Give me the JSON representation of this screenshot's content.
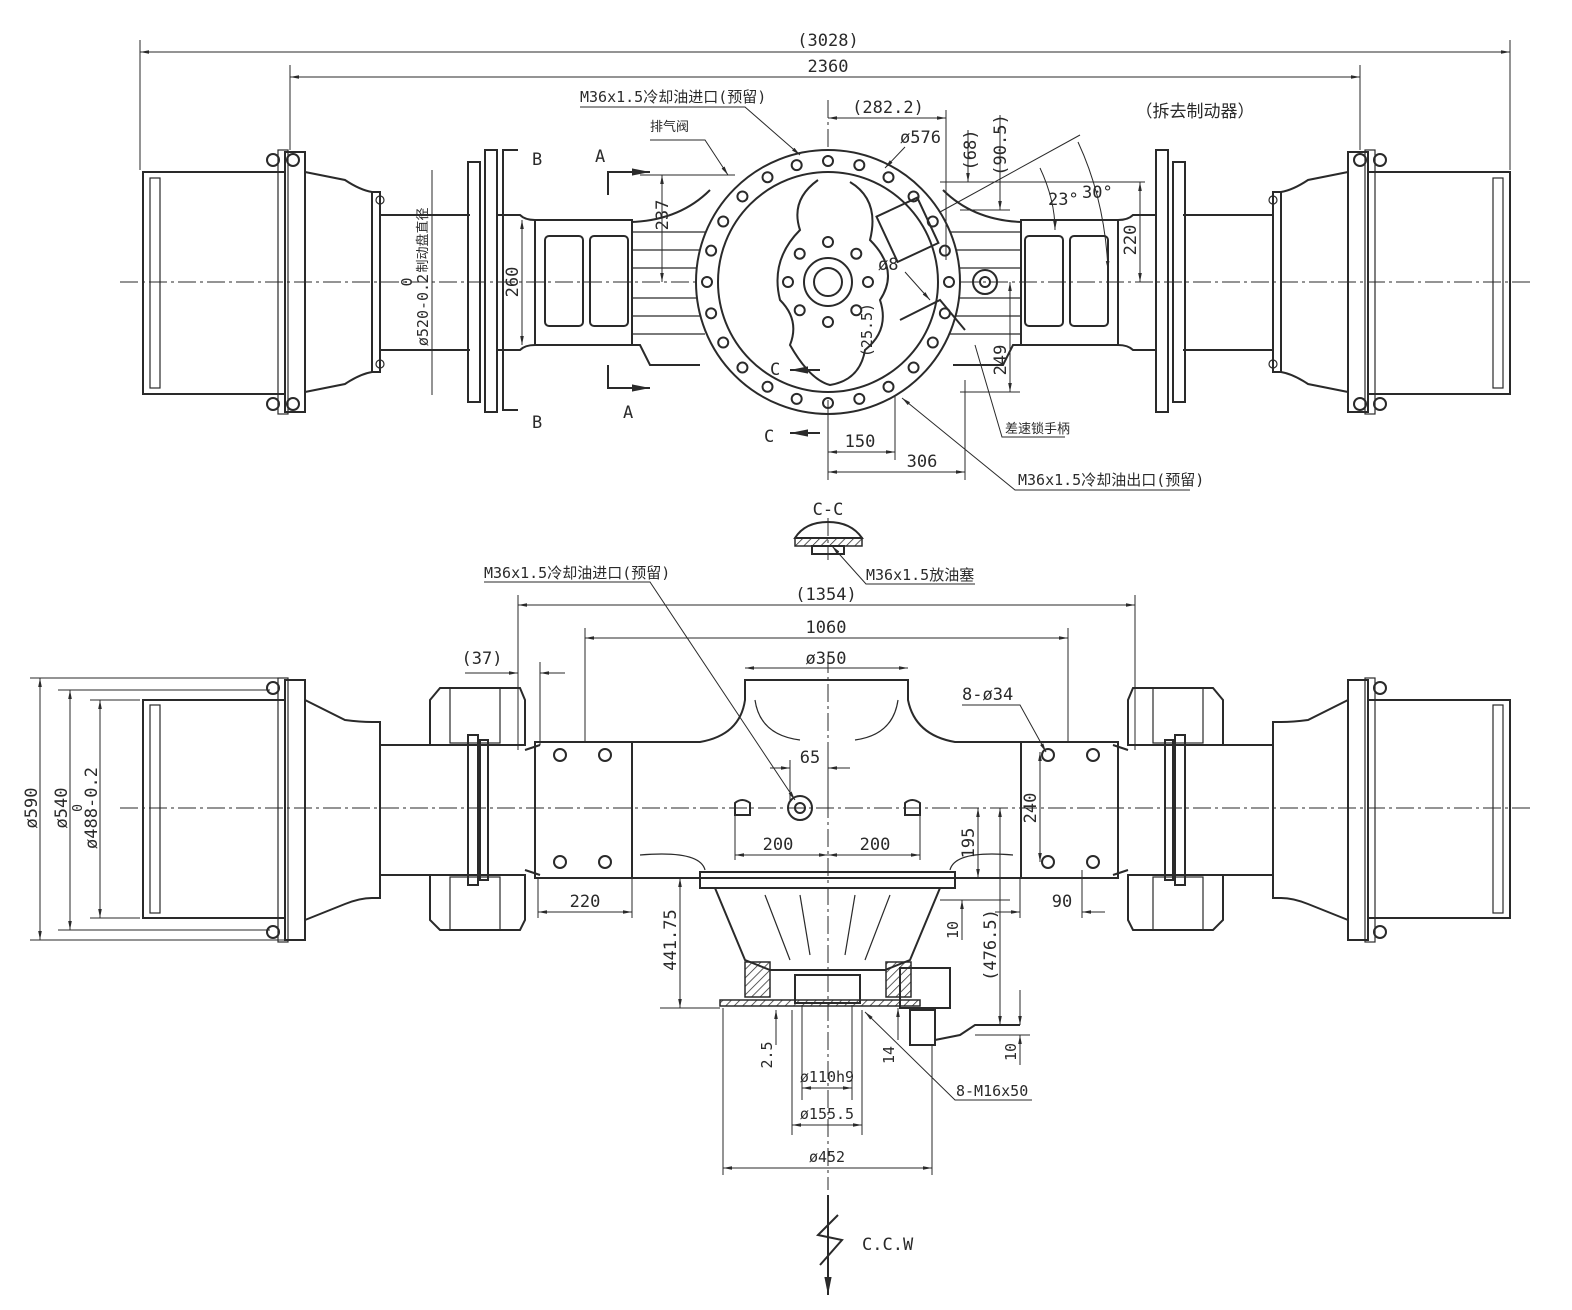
{
  "drawing": {
    "top_view": {
      "overall_length": "(3028)",
      "track_width": "2360",
      "note_brake_removed": "（拆去制动器）",
      "cooling_inlet": "M36x1.5冷却油进口(预留)",
      "breather_valve": "排气阀",
      "dim_282_2": "(282.2)",
      "dia_576": "ø576",
      "dim_68": "(68)",
      "dim_90_5": "(90.5)",
      "angle_23": "23°",
      "angle_30": "30°",
      "dim_237": "237",
      "dim_260": "260",
      "dim_220": "220",
      "dim_249": "249",
      "dia_8": "ø8",
      "dim_25_5": "(25.5)",
      "brake_disc_dia_tol": "0",
      "brake_disc_dia": "ø520-0.2",
      "brake_disc_label": "制动盘直径",
      "dim_150": "150",
      "dim_306": "306",
      "diff_lock_handle": "差速锁手柄",
      "cooling_outlet": "M36x1.5冷却油出口(预留)",
      "section_a": "A",
      "section_b": "B",
      "section_c": "C"
    },
    "section_cc": {
      "title": "C-C",
      "drain_plug": "M36x1.5放油塞"
    },
    "front_view": {
      "cooling_inlet": "M36x1.5冷却油进口(预留)",
      "dim_1354": "(1354)",
      "dim_1060": "1060",
      "dim_37": "(37)",
      "dia_350": "ø350",
      "holes": "8-ø34",
      "dim_65": "65",
      "dim_200_left": "200",
      "dim_200_right": "200",
      "dim_240": "240",
      "dim_195": "195",
      "dim_220": "220",
      "dim_90": "90",
      "dim_441_75": "441.75",
      "dim_10_top": "10",
      "dim_476_5": "(476.5)",
      "dim_10_bottom": "10",
      "dim_2_5": "2.5",
      "dim_14": "14",
      "dia_110h9": "ø110h9",
      "dia_155_5": "ø155.5",
      "dia_452": "ø452",
      "bolts": "8-M16x50",
      "dia_590": "ø590",
      "dia_540": "ø540",
      "dia_488_tol": "0",
      "dia_488": "ø488-0.2",
      "rotation": "C.C.W"
    },
    "colors": {
      "line": "#2a2a2a",
      "background": "#ffffff"
    }
  }
}
